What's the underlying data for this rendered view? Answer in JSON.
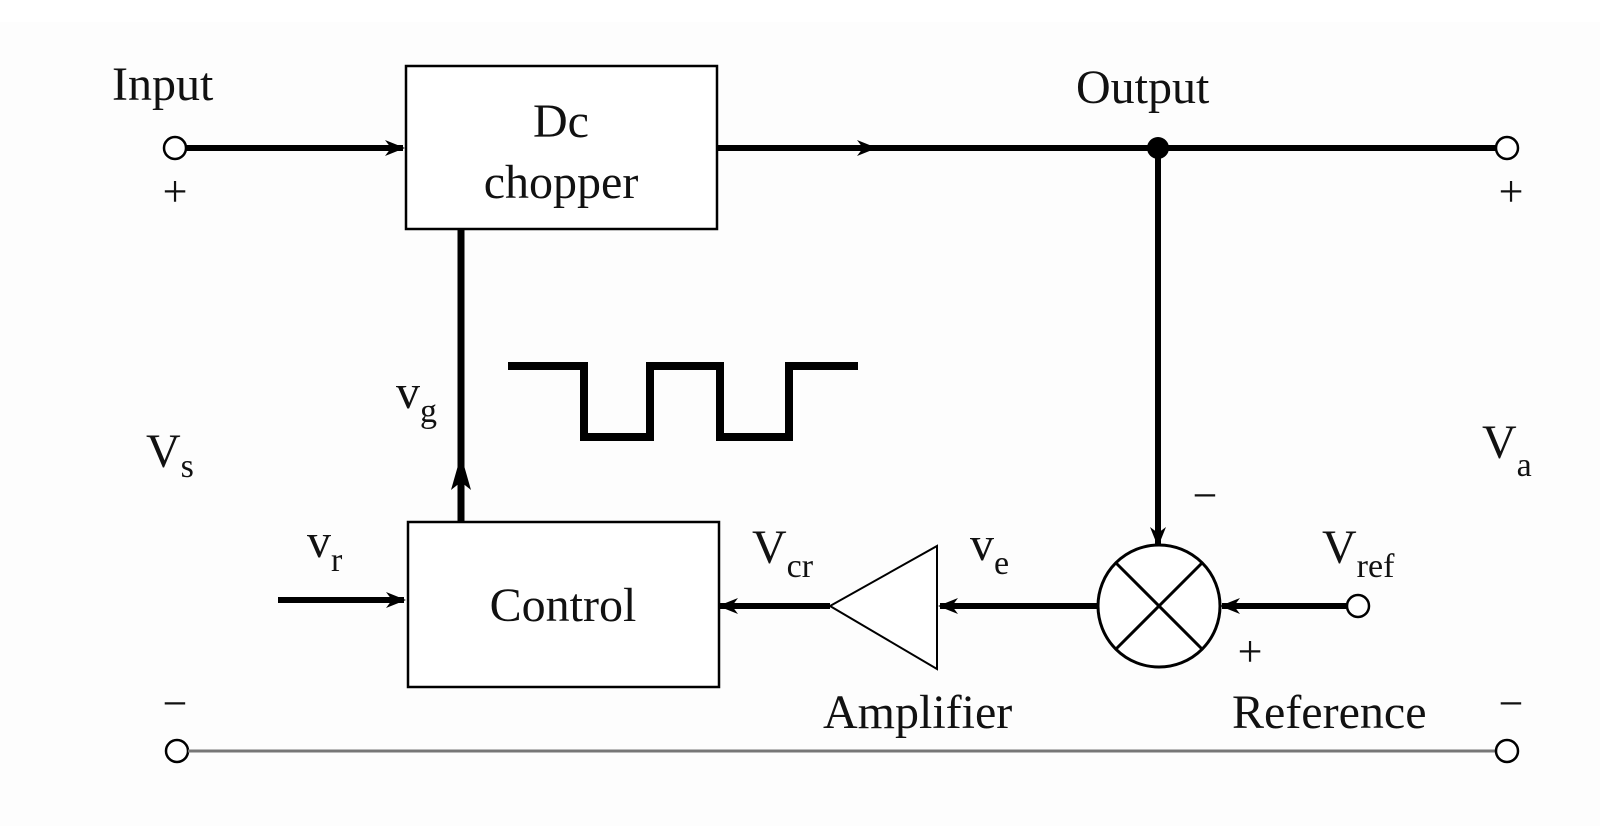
{
  "diagram": {
    "title": "Dc chopper feedback control block diagram",
    "input_label": "Input",
    "output_label": "Output",
    "chopper_block": {
      "line1": "Dc",
      "line2": "chopper"
    },
    "control_block": {
      "label": "Control"
    },
    "amplifier_label": "Amplifier",
    "reference_label": "Reference",
    "signals": {
      "vs": {
        "main": "V",
        "sub": "s"
      },
      "va": {
        "main": "V",
        "sub": "a"
      },
      "vg": {
        "main": "v",
        "sub": "g"
      },
      "vr": {
        "main": "v",
        "sub": "r"
      },
      "vcr": {
        "main": "V",
        "sub": "cr"
      },
      "ve": {
        "main": "v",
        "sub": "e"
      },
      "vref": {
        "main": "V",
        "sub": "ref"
      }
    },
    "polarity": {
      "input_plus": "+",
      "output_plus": "+",
      "input_minus": "−",
      "output_minus": "−",
      "summer_minus": "−",
      "summer_plus": "+"
    },
    "summing_junction": "comparator",
    "waveform": "square-wave gate pulses"
  }
}
